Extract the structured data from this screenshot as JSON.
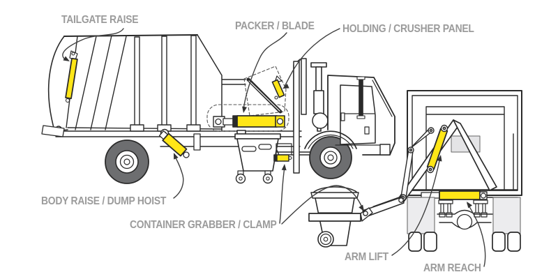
{
  "diagram": {
    "labels": {
      "tailgate_raise": "TAILGATE RAISE",
      "packer_blade": "PACKER / BLADE",
      "holding_crusher_panel": "HOLDING / CRUSHER PANEL",
      "body_raise_dump_hoist": "BODY RAISE / DUMP HOIST",
      "container_grabber_clamp": "CONTAINER GRABBER / CLAMP",
      "arm_lift": "ARM LIFT",
      "arm_reach": "ARM REACH"
    },
    "colors": {
      "cylinder_yellow": "#ffe617",
      "label_gray": "#9b9b9b",
      "line_dark": "#2a2a2a",
      "tire_gray": "#6d6e70",
      "panel_gray": "#e4e4e6",
      "background": "#ffffff"
    }
  }
}
